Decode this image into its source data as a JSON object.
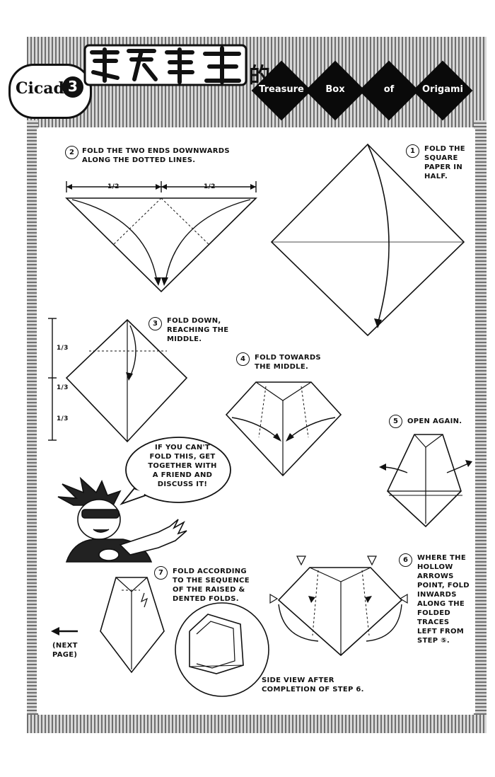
{
  "header": {
    "badge_word": "Cicada",
    "badge_number": "3",
    "title_glyph": "的",
    "diamond_words": [
      "Treasure",
      "Box",
      "of",
      "Origami"
    ]
  },
  "steps": [
    {
      "number": "1",
      "text": "FOLD THE\nSQUARE\nPAPER IN\nHALF."
    },
    {
      "number": "2",
      "text": "FOLD THE TWO ENDS DOWNWARDS\nALONG THE DOTTED LINES."
    },
    {
      "number": "3",
      "text": "FOLD DOWN,\nREACHING THE\nMIDDLE."
    },
    {
      "number": "4",
      "text": "FOLD TOWARDS\nTHE MIDDLE."
    },
    {
      "number": "5",
      "text": "OPEN AGAIN."
    },
    {
      "number": "6",
      "text": "WHERE THE\nHOLLOW\nARROWS\nPOINT, FOLD\nINWARDS\nALONG THE\nFOLDED\nTRACES\nLEFT FROM\nSTEP ⑤."
    },
    {
      "number": "7",
      "text": "FOLD ACCORDING\nTO THE SEQUENCE\nOF THE RAISED &\nDENTED FOLDS."
    }
  ],
  "fractions": {
    "half": "1/2",
    "third": "1/3"
  },
  "speech_bubble": "IF YOU CAN'T\nFOLD THIS, GET\nTOGETHER WITH\nA FRIEND AND\nDISCUSS IT!",
  "side_view_caption": "SIDE VIEW AFTER\nCOMPLETION OF STEP 6.",
  "next_page": "(NEXT\nPAGE)"
}
